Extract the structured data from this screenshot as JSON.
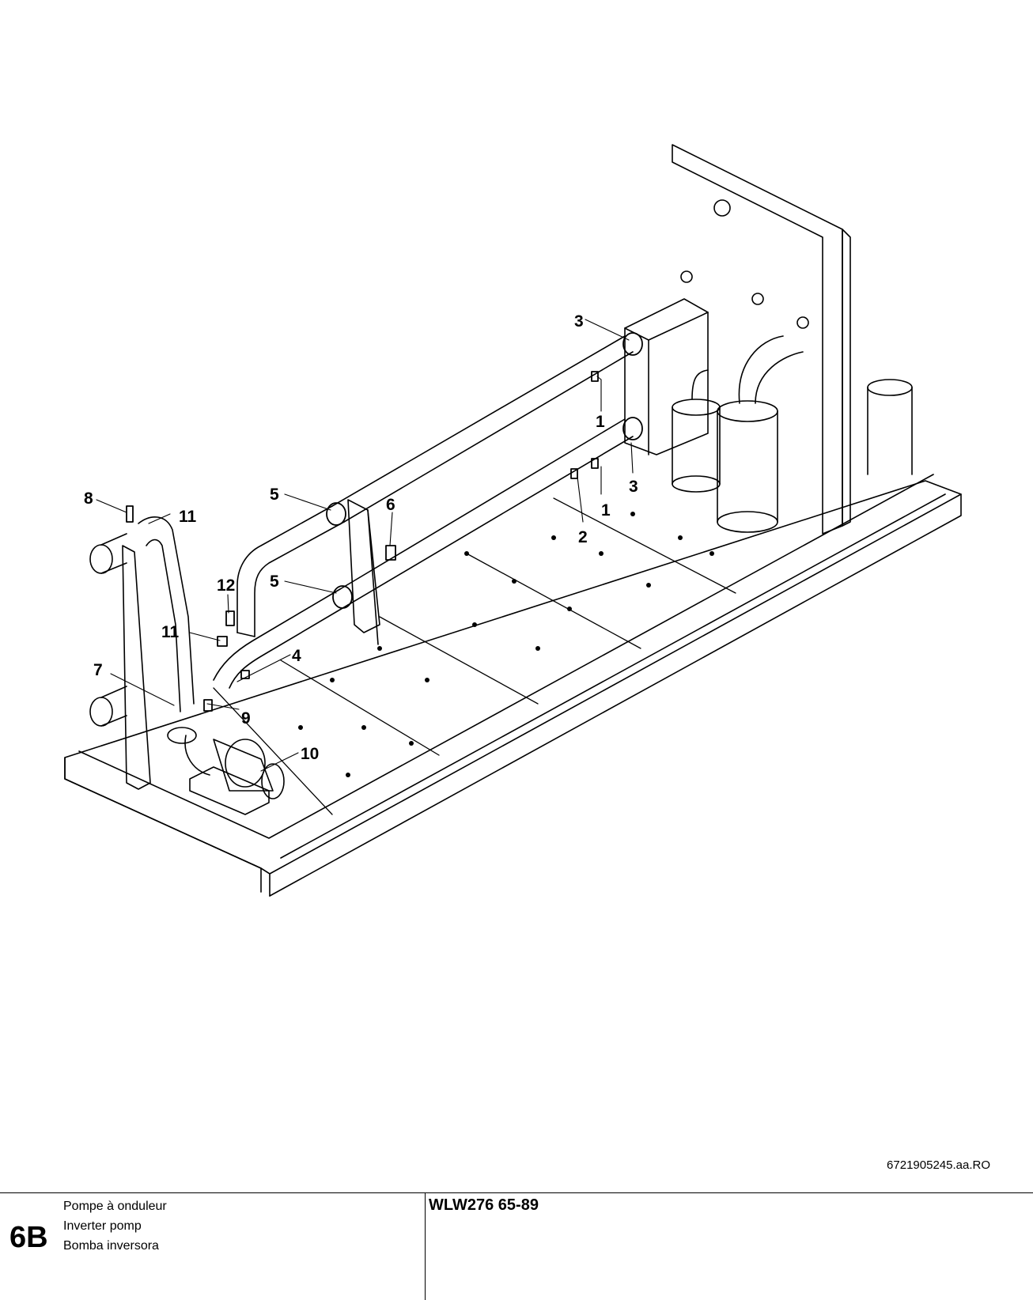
{
  "diagram": {
    "callouts": [
      "3",
      "1",
      "1",
      "3",
      "2",
      "8",
      "11",
      "5",
      "6",
      "12",
      "5",
      "11",
      "4",
      "7",
      "9",
      "10"
    ]
  },
  "document_number": "6721905245.aa.RO",
  "footer": {
    "section_code": "6B",
    "titles": [
      "Pompe à onduleur",
      "Inverter pomp",
      "Bomba inversora"
    ],
    "model": "WLW276 65-89"
  }
}
